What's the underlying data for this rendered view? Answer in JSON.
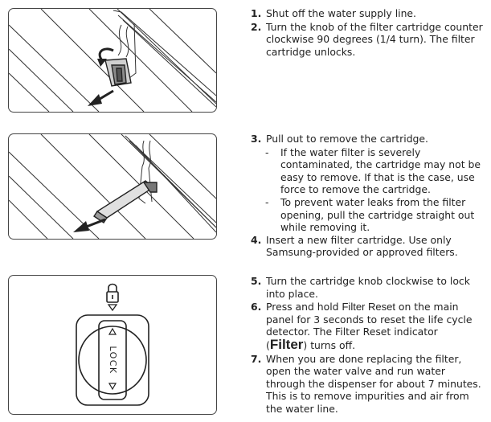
{
  "illustrations": {
    "lock_label": "LOCK"
  },
  "steps": [
    {
      "num": "1.",
      "text": "Shut off the water supply line."
    },
    {
      "num": "2.",
      "text": "Turn the knob of the filter cartridge counter clockwise 90 degrees (1/4 turn). The filter cartridge unlocks."
    },
    {
      "num": "3.",
      "text": "Pull out to remove the cartridge.",
      "bullets": [
        "If the water filter is severely contaminated, the cartridge may not be easy to remove. If that is the case, use force to remove the cartridge.",
        "To prevent water leaks from the filter opening, pull the cartridge straight out while removing it."
      ]
    },
    {
      "num": "4.",
      "text": "Insert a new filter cartridge. Use only Samsung-provided or approved filters."
    },
    {
      "num": "5.",
      "text": "Turn the cartridge knob clockwise to lock into place."
    },
    {
      "num": "6.",
      "text_before": "Press and hold ",
      "button": "Filter Reset",
      "text_after": " on the main panel for 3 seconds to reset the life cycle detector. The Filter Reset indicator",
      "indicator_open": "(",
      "indicator": "Filter",
      "indicator_close": ")",
      "indicator_after": " turns off."
    },
    {
      "num": "7.",
      "text": "When you are done replacing the filter, open the water valve and run water through the dispenser for about 7 minutes. This is to remove impurities and air from the water line."
    }
  ],
  "bullet_dash": "-"
}
